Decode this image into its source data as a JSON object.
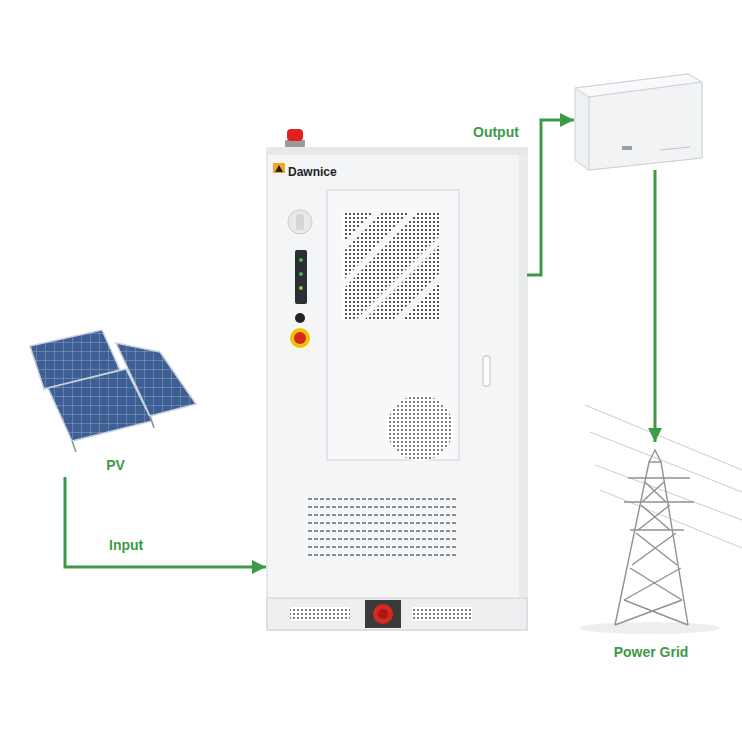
{
  "diagram": {
    "nodes": [
      {
        "text": [
          "PV"
        ]
      },
      {
        "text": [
          "Dawnice"
        ]
      },
      {
        "text": [
          "Power Grid"
        ]
      }
    ],
    "edges": [
      {
        "from": 0,
        "to": 1,
        "arrow": "to",
        "label": "Input"
      },
      {
        "from": 1,
        "to": 2,
        "arrow": "to",
        "label": "Output"
      }
    ]
  }
}
